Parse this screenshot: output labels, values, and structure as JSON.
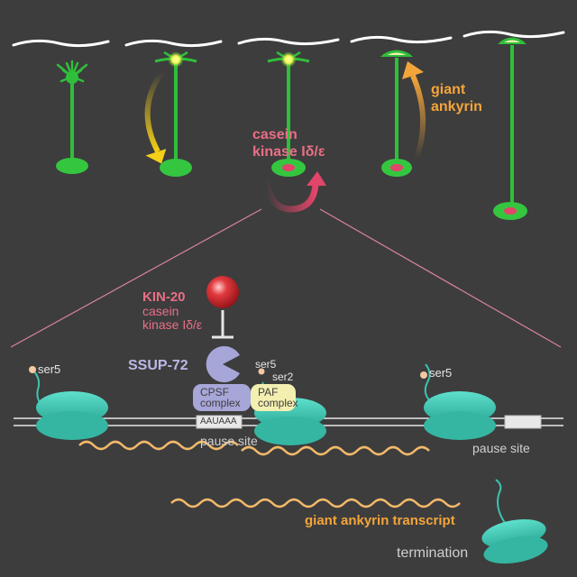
{
  "labels": {
    "giant_ankyrin": [
      "giant",
      "ankyrin"
    ],
    "casein_kinase_top": [
      "casein",
      "kinase Iδ/ε"
    ],
    "kin20_name": "KIN-20",
    "kin20_desc": [
      "casein",
      "kinase Iδ/ε"
    ],
    "ssup72": "SSUP-72",
    "ser5_left": "ser5",
    "ser5_mid": "ser5",
    "ser2_mid": "ser2",
    "ser5_right": "ser5",
    "cpsf": [
      "CPSF",
      "complex"
    ],
    "paf": [
      "PAF",
      "complex"
    ],
    "aauaaa": "AAUAAA",
    "pause_site_left": "pause site",
    "pause_site_right": "pause site",
    "transcript": "giant ankyrin transcript",
    "termination": "termination"
  },
  "colors": {
    "background": "#3d3d3d",
    "neuron": "#2fbf3a",
    "soma": "#35c640",
    "nucleus": "#e2456a",
    "kinase_text": "#e86f86",
    "ankyrin_text": "#f4a53a",
    "ssup72": "#a7a6d8",
    "ssup72_text": "#b9b8e6",
    "cpsf": "#a7a6d8",
    "paf": "#f3efb0",
    "polymerase": "#3cc4b0",
    "rna": "#f3b96a",
    "dna": "#e6e6e6",
    "kin20_ball": "#e0262e",
    "yellow_arrow": "#f5d016",
    "orange_arrow": "#f4a53a",
    "zoom_lines": "#d9839a"
  },
  "icons": [
    "neuron-icon",
    "polymerase-icon",
    "kin20-ball-icon",
    "ssup72-pacman-icon",
    "inhibition-bar-icon",
    "cycle-arrow-icon"
  ]
}
